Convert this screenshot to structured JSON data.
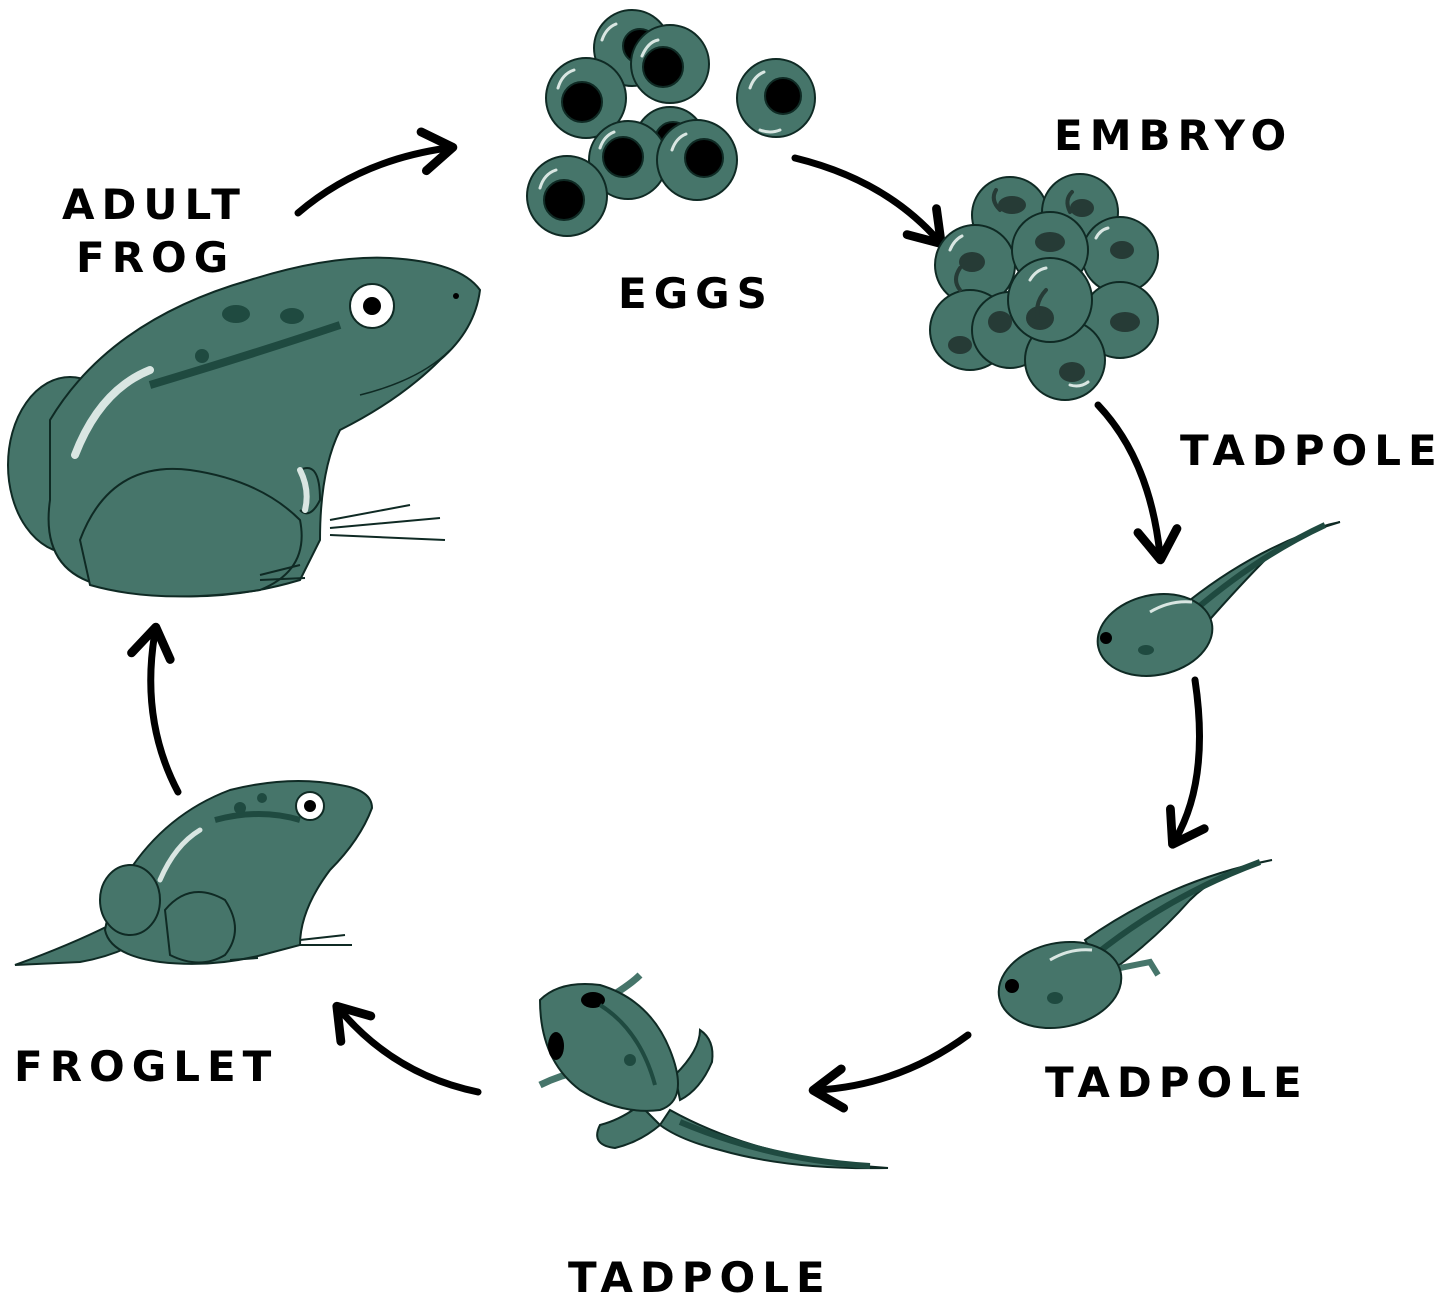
{
  "title": "",
  "stages": {
    "adult_frog_line1": "ADULT",
    "adult_frog_line2": "FROG",
    "eggs": "EGGS",
    "embryo": "EMBRYO",
    "tadpole_1": "TADPOLE",
    "tadpole_2": "TADPOLE",
    "tadpole_3": "TADPOLE",
    "froglet": "FROGLET"
  },
  "colors": {
    "body": "#46756a",
    "dark": "#1f4a40",
    "outline": "#0f2a24",
    "arrow": "#000000"
  }
}
